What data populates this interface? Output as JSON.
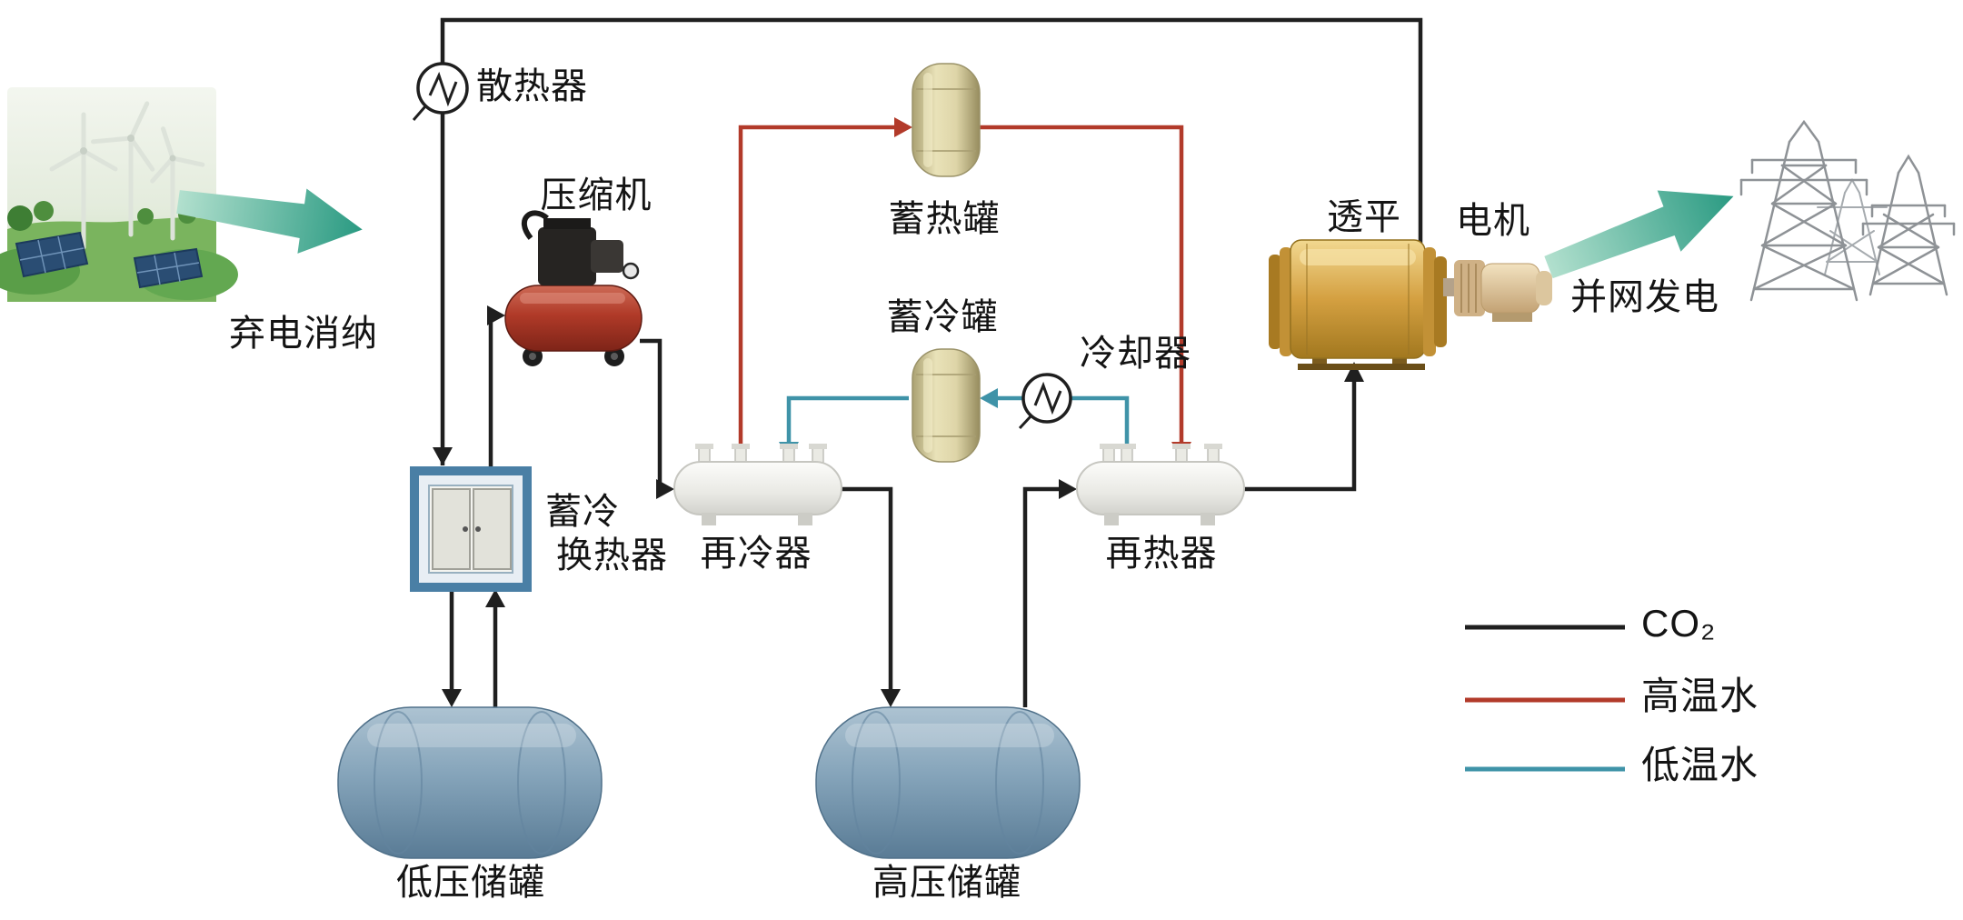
{
  "diagram": {
    "labels": {
      "radiator": "散热器",
      "compressor": "压缩机",
      "heat_tank": "蓄热罐",
      "cold_tank": "蓄冷罐",
      "cooler": "冷却器",
      "turbine": "透平",
      "motor": "电机",
      "grid_power": "并网发电",
      "curtailed_power": "弃电消纳",
      "cold_hx_line1": "蓄冷",
      "cold_hx_line2": "换热器",
      "recooler": "再冷器",
      "reheater": "再热器",
      "low_pressure_tank": "低压储罐",
      "high_pressure_tank": "高压储罐"
    },
    "legend": {
      "items": [
        {
          "label": "CO₂",
          "color": "#1f1f1f"
        },
        {
          "label": "高温水",
          "color": "#b23a2a"
        },
        {
          "label": "低温水",
          "color": "#3f93a8"
        }
      ]
    },
    "colors": {
      "co2_line": "#1f1f1f",
      "hot_water_line": "#b23a2a",
      "cold_water_line": "#3f93a8",
      "storage_tank_blue": "#85a4ba",
      "thermal_tank_tan": "#ded5a8",
      "turbine_gold": "#d4a041",
      "compressor_red": "#b03a28",
      "hx_frame_blue": "#4a7fa5",
      "green_arrow": "#2a9a82"
    }
  }
}
